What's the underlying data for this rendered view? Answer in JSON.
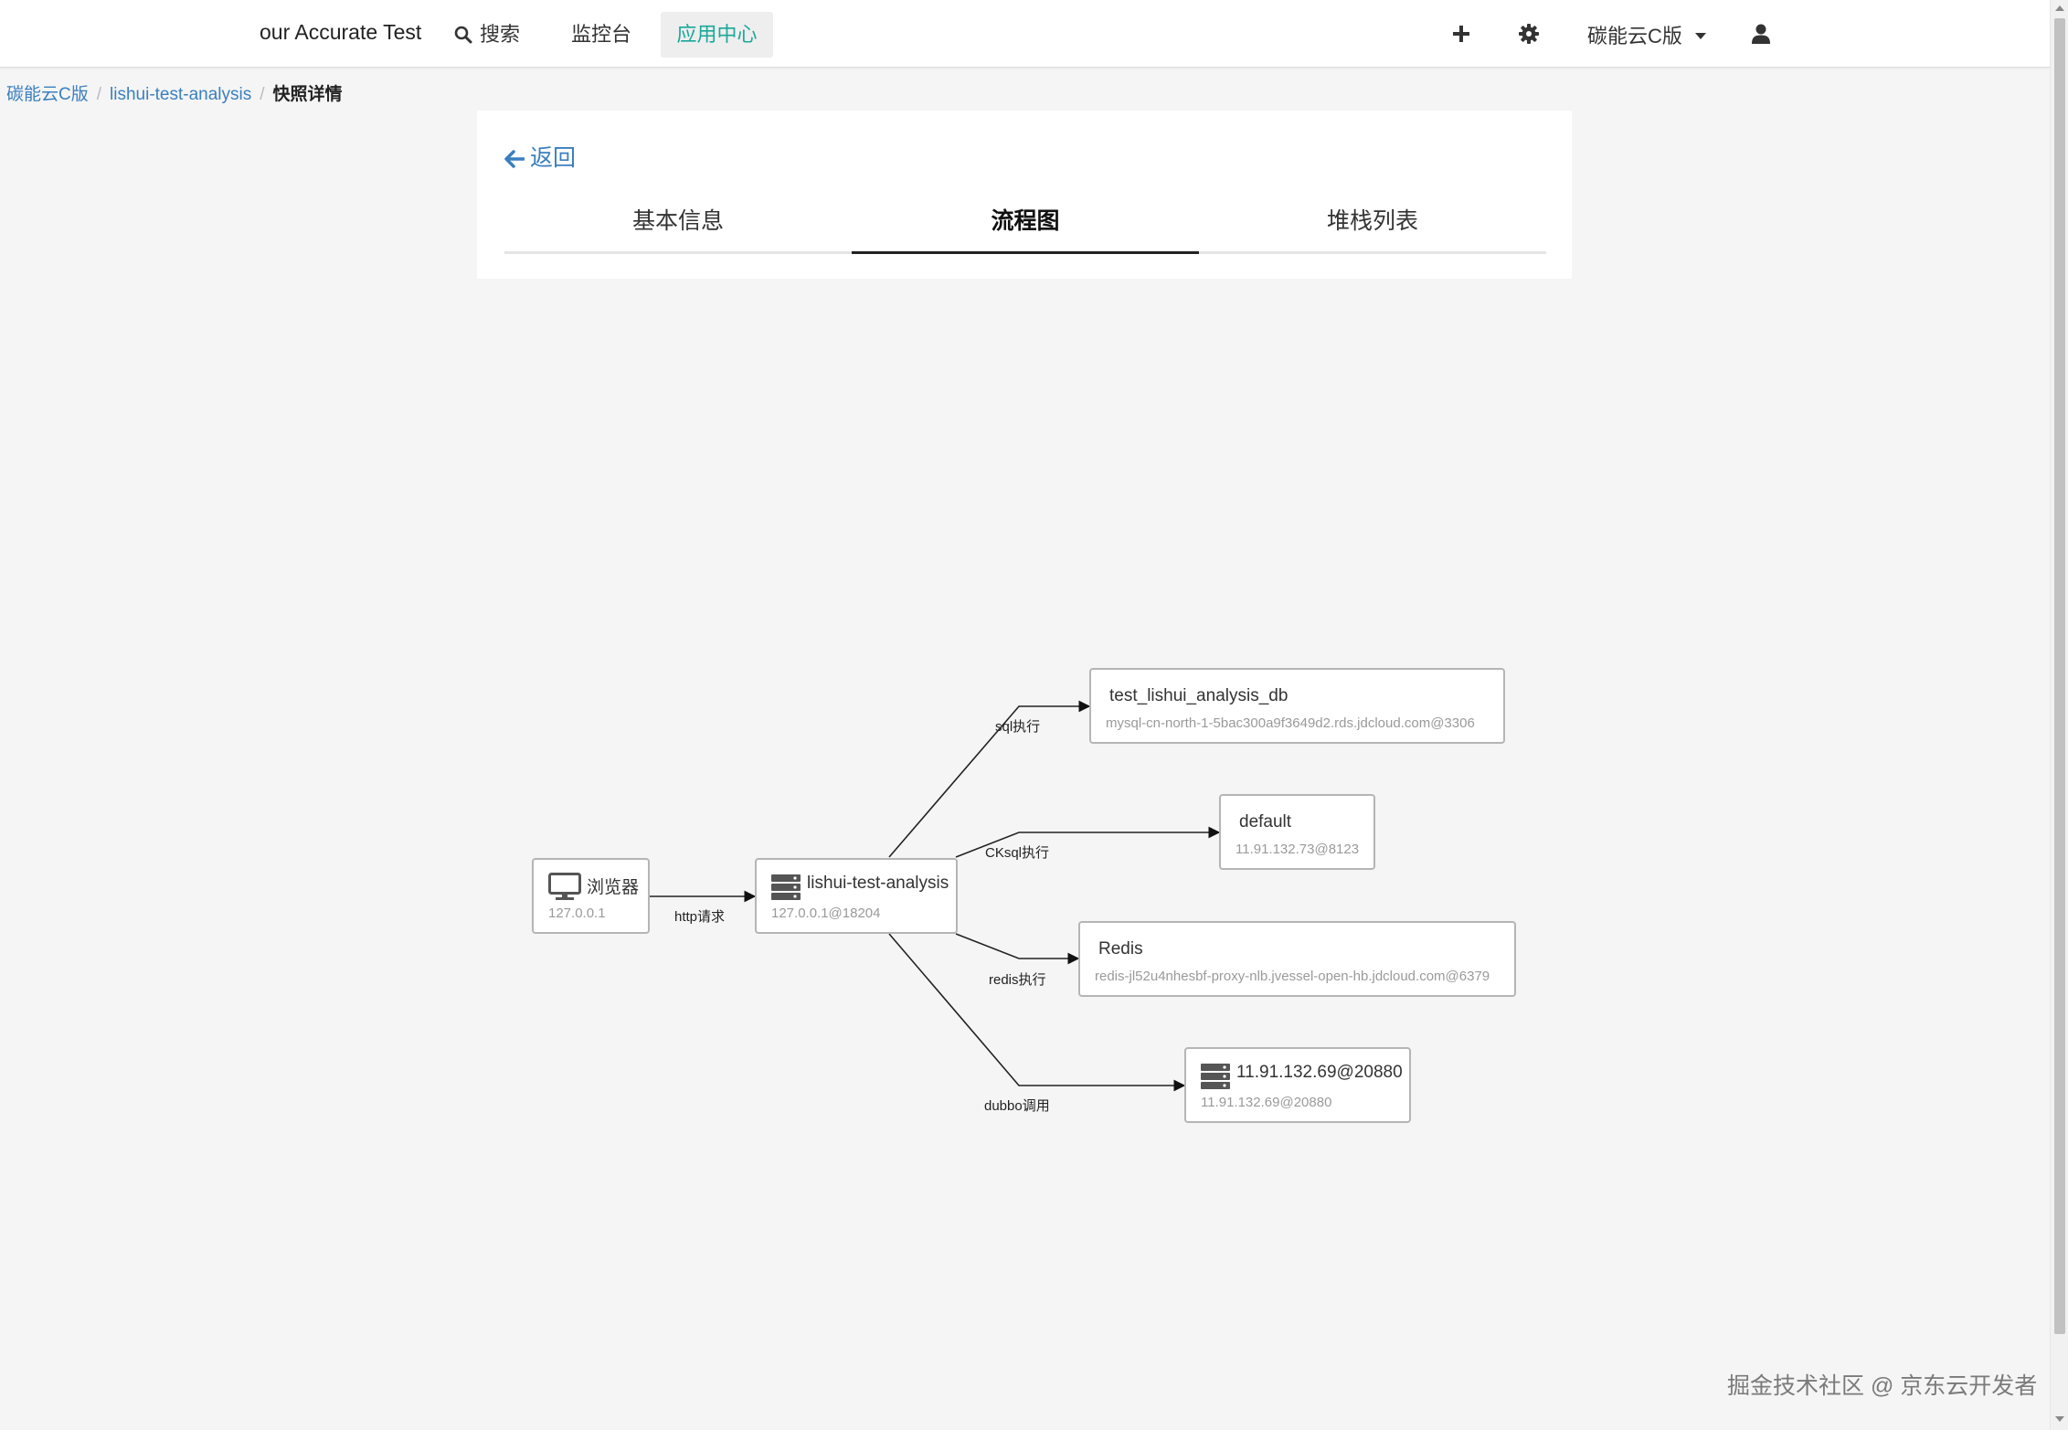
{
  "header": {
    "brand": "our Accurate Test",
    "nav": {
      "search": "搜索",
      "monitor": "监控台",
      "app_center": "应用中心"
    },
    "env_selector": "碳能云C版"
  },
  "breadcrumb": {
    "level1": "碳能云C版",
    "level2": "lishui-test-analysis",
    "current": "快照详情"
  },
  "detail": {
    "back": "返回",
    "tabs": [
      "基本信息",
      "流程图",
      "堆栈列表"
    ],
    "active_tab": "流程图"
  },
  "flow": {
    "nodes": [
      {
        "id": "browser",
        "title": "浏览器",
        "subtitle": "127.0.0.1",
        "icon": "monitor-icon"
      },
      {
        "id": "app",
        "title": "lishui-test-analysis",
        "subtitle": "127.0.0.1@18204",
        "icon": "server-icon"
      },
      {
        "id": "db",
        "title": "test_lishui_analysis_db",
        "subtitle": "mysql-cn-north-1-5bac300a9f3649d2.rds.jdcloud.com@3306"
      },
      {
        "id": "ck",
        "title": "default",
        "subtitle": "11.91.132.73@8123"
      },
      {
        "id": "redis",
        "title": "Redis",
        "subtitle": "redis-jl52u4nhesbf-proxy-nlb.jvessel-open-hb.jdcloud.com@6379"
      },
      {
        "id": "dubbo",
        "title": "11.91.132.69@20880",
        "subtitle": "11.91.132.69@20880",
        "icon": "server-icon"
      }
    ],
    "edges": [
      {
        "from": "browser",
        "to": "app",
        "label": "http请求"
      },
      {
        "from": "app",
        "to": "db",
        "label": "sql执行"
      },
      {
        "from": "app",
        "to": "ck",
        "label": "CKsql执行"
      },
      {
        "from": "app",
        "to": "redis",
        "label": "redis执行"
      },
      {
        "from": "app",
        "to": "dubbo",
        "label": "dubbo调用"
      }
    ]
  },
  "watermark": "掘金技术社区 @ 京东云开发者",
  "colors": {
    "accent": "#1aa89a",
    "link": "#3a7fbf"
  }
}
